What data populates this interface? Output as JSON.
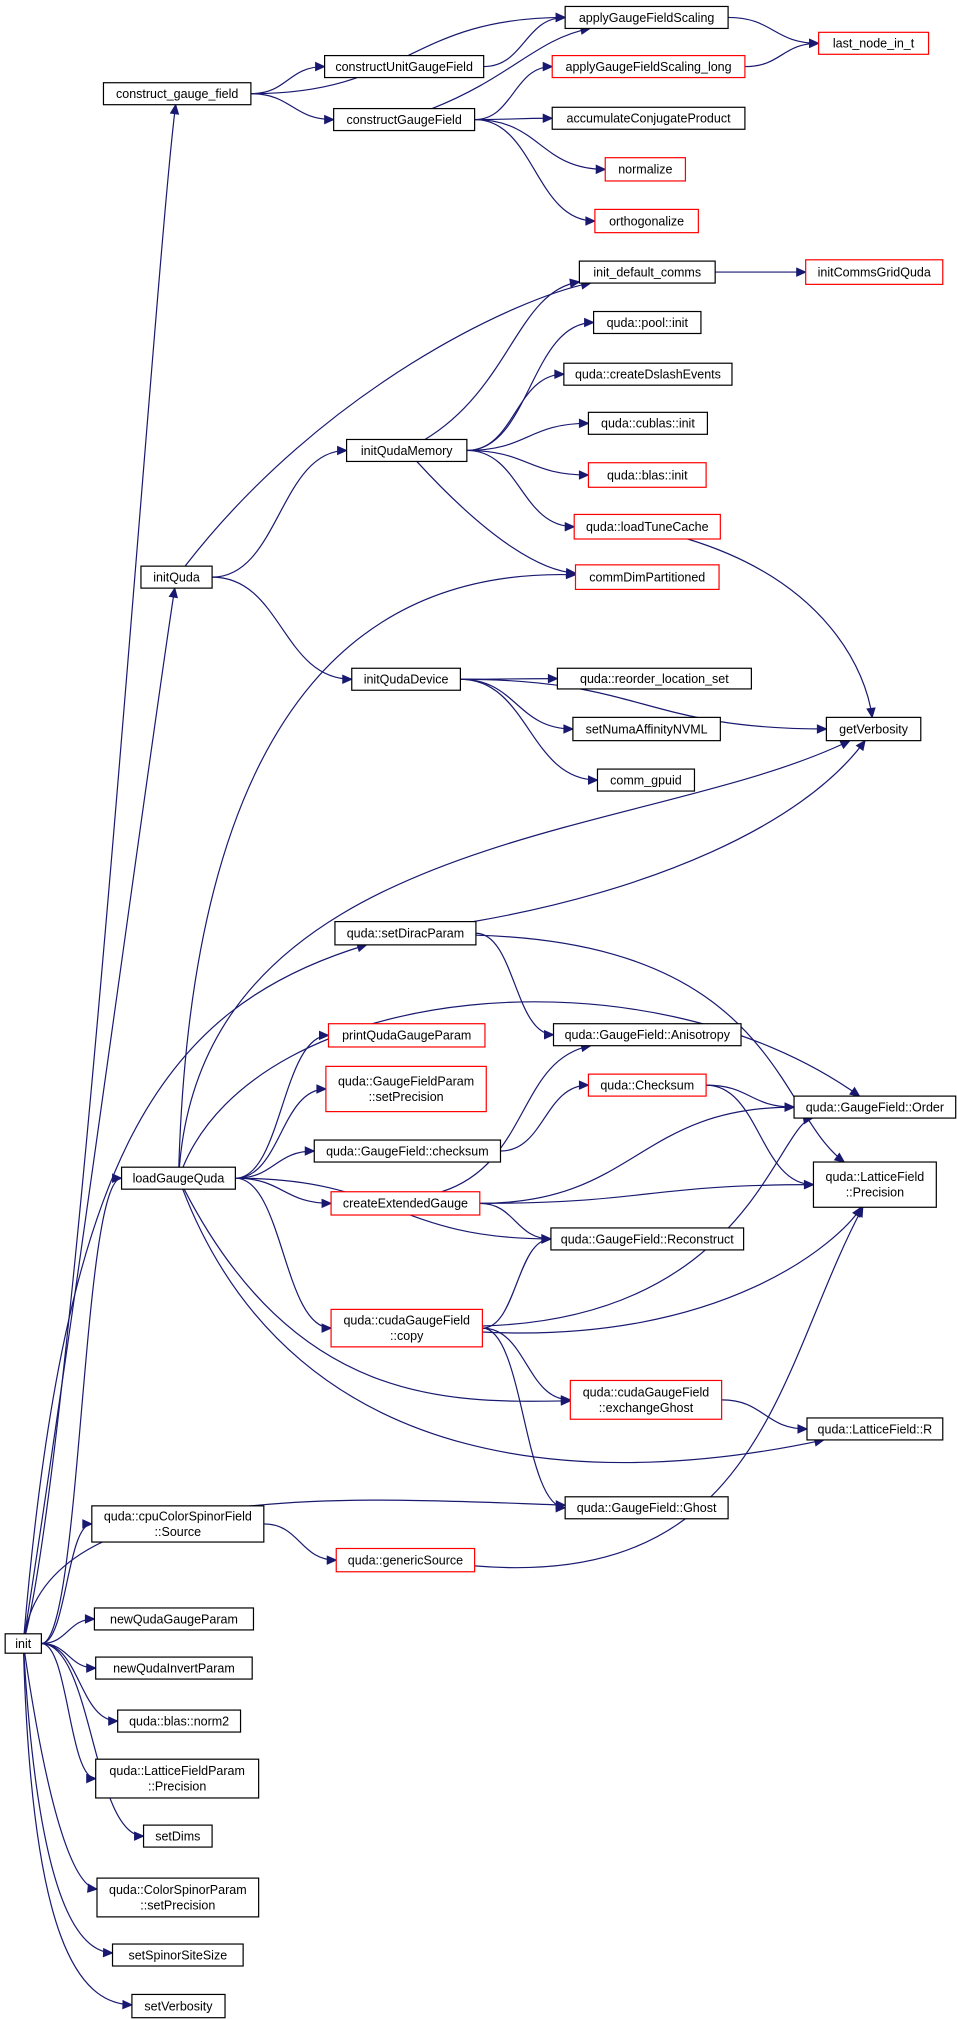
{
  "colors": {
    "edge": "#191970",
    "node_border": "#000000",
    "node_border_unexpanded": "#ff0000",
    "root_fill": "#bfbfbf",
    "node_fill": "#ffffff"
  },
  "nodes": [
    {
      "id": "init",
      "lines": [
        "init"
      ],
      "style": "root"
    },
    {
      "id": "construct_gauge_field",
      "lines": [
        "construct_gauge_field"
      ],
      "style": "normal"
    },
    {
      "id": "constructUnitGaugeField",
      "lines": [
        "constructUnitGaugeField"
      ],
      "style": "normal"
    },
    {
      "id": "constructGaugeField",
      "lines": [
        "constructGaugeField"
      ],
      "style": "normal"
    },
    {
      "id": "applyGaugeFieldScaling",
      "lines": [
        "applyGaugeFieldScaling"
      ],
      "style": "normal"
    },
    {
      "id": "applyGaugeFieldScaling_long",
      "lines": [
        "applyGaugeFieldScaling_long"
      ],
      "style": "red"
    },
    {
      "id": "last_node_in_t",
      "lines": [
        "last_node_in_t"
      ],
      "style": "red"
    },
    {
      "id": "accumulateConjugateProduct",
      "lines": [
        "accumulateConjugateProduct"
      ],
      "style": "normal"
    },
    {
      "id": "normalize",
      "lines": [
        "normalize"
      ],
      "style": "red"
    },
    {
      "id": "orthogonalize",
      "lines": [
        "orthogonalize"
      ],
      "style": "red"
    },
    {
      "id": "init_default_comms",
      "lines": [
        "init_default_comms"
      ],
      "style": "normal"
    },
    {
      "id": "initCommsGridQuda",
      "lines": [
        "initCommsGridQuda"
      ],
      "style": "red"
    },
    {
      "id": "pool_init",
      "lines": [
        "quda::pool::init"
      ],
      "style": "normal"
    },
    {
      "id": "createDslashEvents",
      "lines": [
        "quda::createDslashEvents"
      ],
      "style": "normal"
    },
    {
      "id": "cublas_init",
      "lines": [
        "quda::cublas::init"
      ],
      "style": "normal"
    },
    {
      "id": "blas_init",
      "lines": [
        "quda::blas::init"
      ],
      "style": "red"
    },
    {
      "id": "loadTuneCache",
      "lines": [
        "quda::loadTuneCache"
      ],
      "style": "red"
    },
    {
      "id": "commDimPartitioned",
      "lines": [
        "commDimPartitioned"
      ],
      "style": "red"
    },
    {
      "id": "initQudaMemory",
      "lines": [
        "initQudaMemory"
      ],
      "style": "normal"
    },
    {
      "id": "initQuda",
      "lines": [
        "initQuda"
      ],
      "style": "normal"
    },
    {
      "id": "initQudaDevice",
      "lines": [
        "initQudaDevice"
      ],
      "style": "normal"
    },
    {
      "id": "reorder_location_set",
      "lines": [
        "quda::reorder_location_set"
      ],
      "style": "normal"
    },
    {
      "id": "setNumaAffinityNVML",
      "lines": [
        "setNumaAffinityNVML"
      ],
      "style": "normal"
    },
    {
      "id": "comm_gpuid",
      "lines": [
        "comm_gpuid"
      ],
      "style": "normal"
    },
    {
      "id": "getVerbosity",
      "lines": [
        "getVerbosity"
      ],
      "style": "normal"
    },
    {
      "id": "setDiracParam",
      "lines": [
        "quda::setDiracParam"
      ],
      "style": "normal"
    },
    {
      "id": "printQudaGaugeParam",
      "lines": [
        "printQudaGaugeParam"
      ],
      "style": "red"
    },
    {
      "id": "GaugeField_Anisotropy",
      "lines": [
        "quda::GaugeField::Anisotropy"
      ],
      "style": "normal"
    },
    {
      "id": "GaugeFieldParam_setPrecision",
      "lines": [
        "quda::GaugeFieldParam",
        "::setPrecision"
      ],
      "style": "red"
    },
    {
      "id": "Checksum",
      "lines": [
        "quda::Checksum"
      ],
      "style": "red"
    },
    {
      "id": "GaugeField_Order",
      "lines": [
        "quda::GaugeField::Order"
      ],
      "style": "normal"
    },
    {
      "id": "GaugeField_checksum",
      "lines": [
        "quda::GaugeField::checksum"
      ],
      "style": "normal"
    },
    {
      "id": "loadGaugeQuda",
      "lines": [
        "loadGaugeQuda"
      ],
      "style": "normal"
    },
    {
      "id": "createExtendedGauge",
      "lines": [
        "createExtendedGauge"
      ],
      "style": "red"
    },
    {
      "id": "LatticeField_Precision",
      "lines": [
        "quda::LatticeField",
        "::Precision"
      ],
      "style": "normal"
    },
    {
      "id": "GaugeField_Reconstruct",
      "lines": [
        "quda::GaugeField::Reconstruct"
      ],
      "style": "normal"
    },
    {
      "id": "cudaGaugeField_copy",
      "lines": [
        "quda::cudaGaugeField",
        "::copy"
      ],
      "style": "red"
    },
    {
      "id": "cudaGaugeField_exchangeGhost",
      "lines": [
        "quda::cudaGaugeField",
        "::exchangeGhost"
      ],
      "style": "red"
    },
    {
      "id": "LatticeField_R",
      "lines": [
        "quda::LatticeField::R"
      ],
      "style": "normal"
    },
    {
      "id": "GaugeField_Ghost",
      "lines": [
        "quda::GaugeField::Ghost"
      ],
      "style": "normal"
    },
    {
      "id": "cpuColorSpinorField_Source",
      "lines": [
        "quda::cpuColorSpinorField",
        "::Source"
      ],
      "style": "normal"
    },
    {
      "id": "genericSource",
      "lines": [
        "quda::genericSource"
      ],
      "style": "red"
    },
    {
      "id": "newQudaGaugeParam",
      "lines": [
        "newQudaGaugeParam"
      ],
      "style": "normal"
    },
    {
      "id": "newQudaInvertParam",
      "lines": [
        "newQudaInvertParam"
      ],
      "style": "normal"
    },
    {
      "id": "blas_norm2",
      "lines": [
        "quda::blas::norm2"
      ],
      "style": "normal"
    },
    {
      "id": "LatticeFieldParam_Precision",
      "lines": [
        "quda::LatticeFieldParam",
        "::Precision"
      ],
      "style": "normal"
    },
    {
      "id": "setDims",
      "lines": [
        "setDims"
      ],
      "style": "normal"
    },
    {
      "id": "ColorSpinorParam_setPrecision",
      "lines": [
        "quda::ColorSpinorParam",
        "::setPrecision"
      ],
      "style": "normal"
    },
    {
      "id": "setSpinorSiteSize",
      "lines": [
        "setSpinorSiteSize"
      ],
      "style": "normal"
    },
    {
      "id": "setVerbosity",
      "lines": [
        "setVerbosity"
      ],
      "style": "normal"
    }
  ],
  "edges": [
    [
      "init",
      "construct_gauge_field"
    ],
    [
      "init",
      "initQuda"
    ],
    [
      "init",
      "setDiracParam"
    ],
    [
      "init",
      "loadGaugeQuda"
    ],
    [
      "init",
      "GaugeField_Ghost"
    ],
    [
      "init",
      "cpuColorSpinorField_Source"
    ],
    [
      "init",
      "newQudaGaugeParam"
    ],
    [
      "init",
      "newQudaInvertParam"
    ],
    [
      "init",
      "blas_norm2"
    ],
    [
      "init",
      "LatticeFieldParam_Precision"
    ],
    [
      "init",
      "setDims"
    ],
    [
      "init",
      "ColorSpinorParam_setPrecision"
    ],
    [
      "init",
      "setSpinorSiteSize"
    ],
    [
      "init",
      "setVerbosity"
    ],
    [
      "construct_gauge_field",
      "applyGaugeFieldScaling"
    ],
    [
      "construct_gauge_field",
      "constructUnitGaugeField"
    ],
    [
      "construct_gauge_field",
      "constructGaugeField"
    ],
    [
      "constructUnitGaugeField",
      "applyGaugeFieldScaling"
    ],
    [
      "constructGaugeField",
      "applyGaugeFieldScaling"
    ],
    [
      "constructGaugeField",
      "applyGaugeFieldScaling_long"
    ],
    [
      "constructGaugeField",
      "accumulateConjugateProduct"
    ],
    [
      "constructGaugeField",
      "normalize"
    ],
    [
      "constructGaugeField",
      "orthogonalize"
    ],
    [
      "applyGaugeFieldScaling",
      "last_node_in_t"
    ],
    [
      "applyGaugeFieldScaling_long",
      "last_node_in_t"
    ],
    [
      "initQuda",
      "init_default_comms"
    ],
    [
      "initQuda",
      "initQudaMemory"
    ],
    [
      "initQuda",
      "initQudaDevice"
    ],
    [
      "initQudaMemory",
      "init_default_comms"
    ],
    [
      "initQudaMemory",
      "pool_init"
    ],
    [
      "initQudaMemory",
      "createDslashEvents"
    ],
    [
      "initQudaMemory",
      "cublas_init"
    ],
    [
      "initQudaMemory",
      "blas_init"
    ],
    [
      "initQudaMemory",
      "loadTuneCache"
    ],
    [
      "initQudaMemory",
      "commDimPartitioned"
    ],
    [
      "init_default_comms",
      "initCommsGridQuda"
    ],
    [
      "loadTuneCache",
      "getVerbosity"
    ],
    [
      "initQudaDevice",
      "reorder_location_set"
    ],
    [
      "initQudaDevice",
      "setNumaAffinityNVML"
    ],
    [
      "initQudaDevice",
      "comm_gpuid"
    ],
    [
      "initQudaDevice",
      "getVerbosity"
    ],
    [
      "setDiracParam",
      "getVerbosity"
    ],
    [
      "setDiracParam",
      "GaugeField_Anisotropy"
    ],
    [
      "setDiracParam",
      "LatticeField_Precision"
    ],
    [
      "loadGaugeQuda",
      "commDimPartitioned"
    ],
    [
      "loadGaugeQuda",
      "getVerbosity"
    ],
    [
      "loadGaugeQuda",
      "printQudaGaugeParam"
    ],
    [
      "loadGaugeQuda",
      "GaugeFieldParam_setPrecision"
    ],
    [
      "loadGaugeQuda",
      "GaugeField_Order"
    ],
    [
      "loadGaugeQuda",
      "GaugeField_checksum"
    ],
    [
      "loadGaugeQuda",
      "createExtendedGauge"
    ],
    [
      "loadGaugeQuda",
      "GaugeField_Reconstruct"
    ],
    [
      "loadGaugeQuda",
      "cudaGaugeField_copy"
    ],
    [
      "loadGaugeQuda",
      "cudaGaugeField_exchangeGhost"
    ],
    [
      "loadGaugeQuda",
      "LatticeField_R"
    ],
    [
      "GaugeField_checksum",
      "Checksum"
    ],
    [
      "Checksum",
      "GaugeField_Order"
    ],
    [
      "Checksum",
      "LatticeField_Precision"
    ],
    [
      "createExtendedGauge",
      "GaugeField_Anisotropy"
    ],
    [
      "createExtendedGauge",
      "GaugeField_Order"
    ],
    [
      "createExtendedGauge",
      "LatticeField_Precision"
    ],
    [
      "createExtendedGauge",
      "GaugeField_Reconstruct"
    ],
    [
      "cudaGaugeField_copy",
      "GaugeField_Reconstruct"
    ],
    [
      "cudaGaugeField_copy",
      "GaugeField_Order"
    ],
    [
      "cudaGaugeField_copy",
      "LatticeField_Precision"
    ],
    [
      "cudaGaugeField_copy",
      "cudaGaugeField_exchangeGhost"
    ],
    [
      "cudaGaugeField_copy",
      "GaugeField_Ghost"
    ],
    [
      "cudaGaugeField_exchangeGhost",
      "LatticeField_R"
    ],
    [
      "cpuColorSpinorField_Source",
      "genericSource"
    ],
    [
      "genericSource",
      "LatticeField_Precision"
    ]
  ]
}
